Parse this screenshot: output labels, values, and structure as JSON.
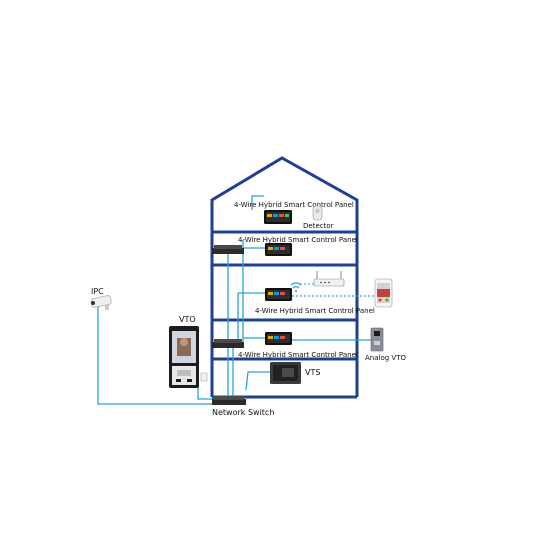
{
  "labels": {
    "panel_floor1": "4-Wire Hybrid Smart Control Panel",
    "panel_floor2": "4-Wire Hybrid Smart Control Panel",
    "panel_floor3": "4-Wire Hybrid Smart Control Panel",
    "panel_floor4": "4-Wire Hybrid Smart Control Panel",
    "detector": "Detector",
    "ipc": "IPC",
    "vto": "VTO",
    "analog_vto": "Analog VTO",
    "vts": "VTS",
    "network_switch": "Network Switch"
  },
  "colors": {
    "wall": "#1f3f8f",
    "cable": "#2aa1d8",
    "wifi": "#2aa1d8"
  },
  "icons": {
    "wifi": "wifi-icon",
    "router": "router-icon",
    "phone": "smartphone-icon",
    "camera": "ipc-camera-icon",
    "switch": "network-switch-icon",
    "panel": "control-panel-icon",
    "detector": "detector-icon",
    "vto": "vto-door-station-icon",
    "analog_vto": "analog-vto-icon",
    "vts": "vts-monitor-icon"
  }
}
